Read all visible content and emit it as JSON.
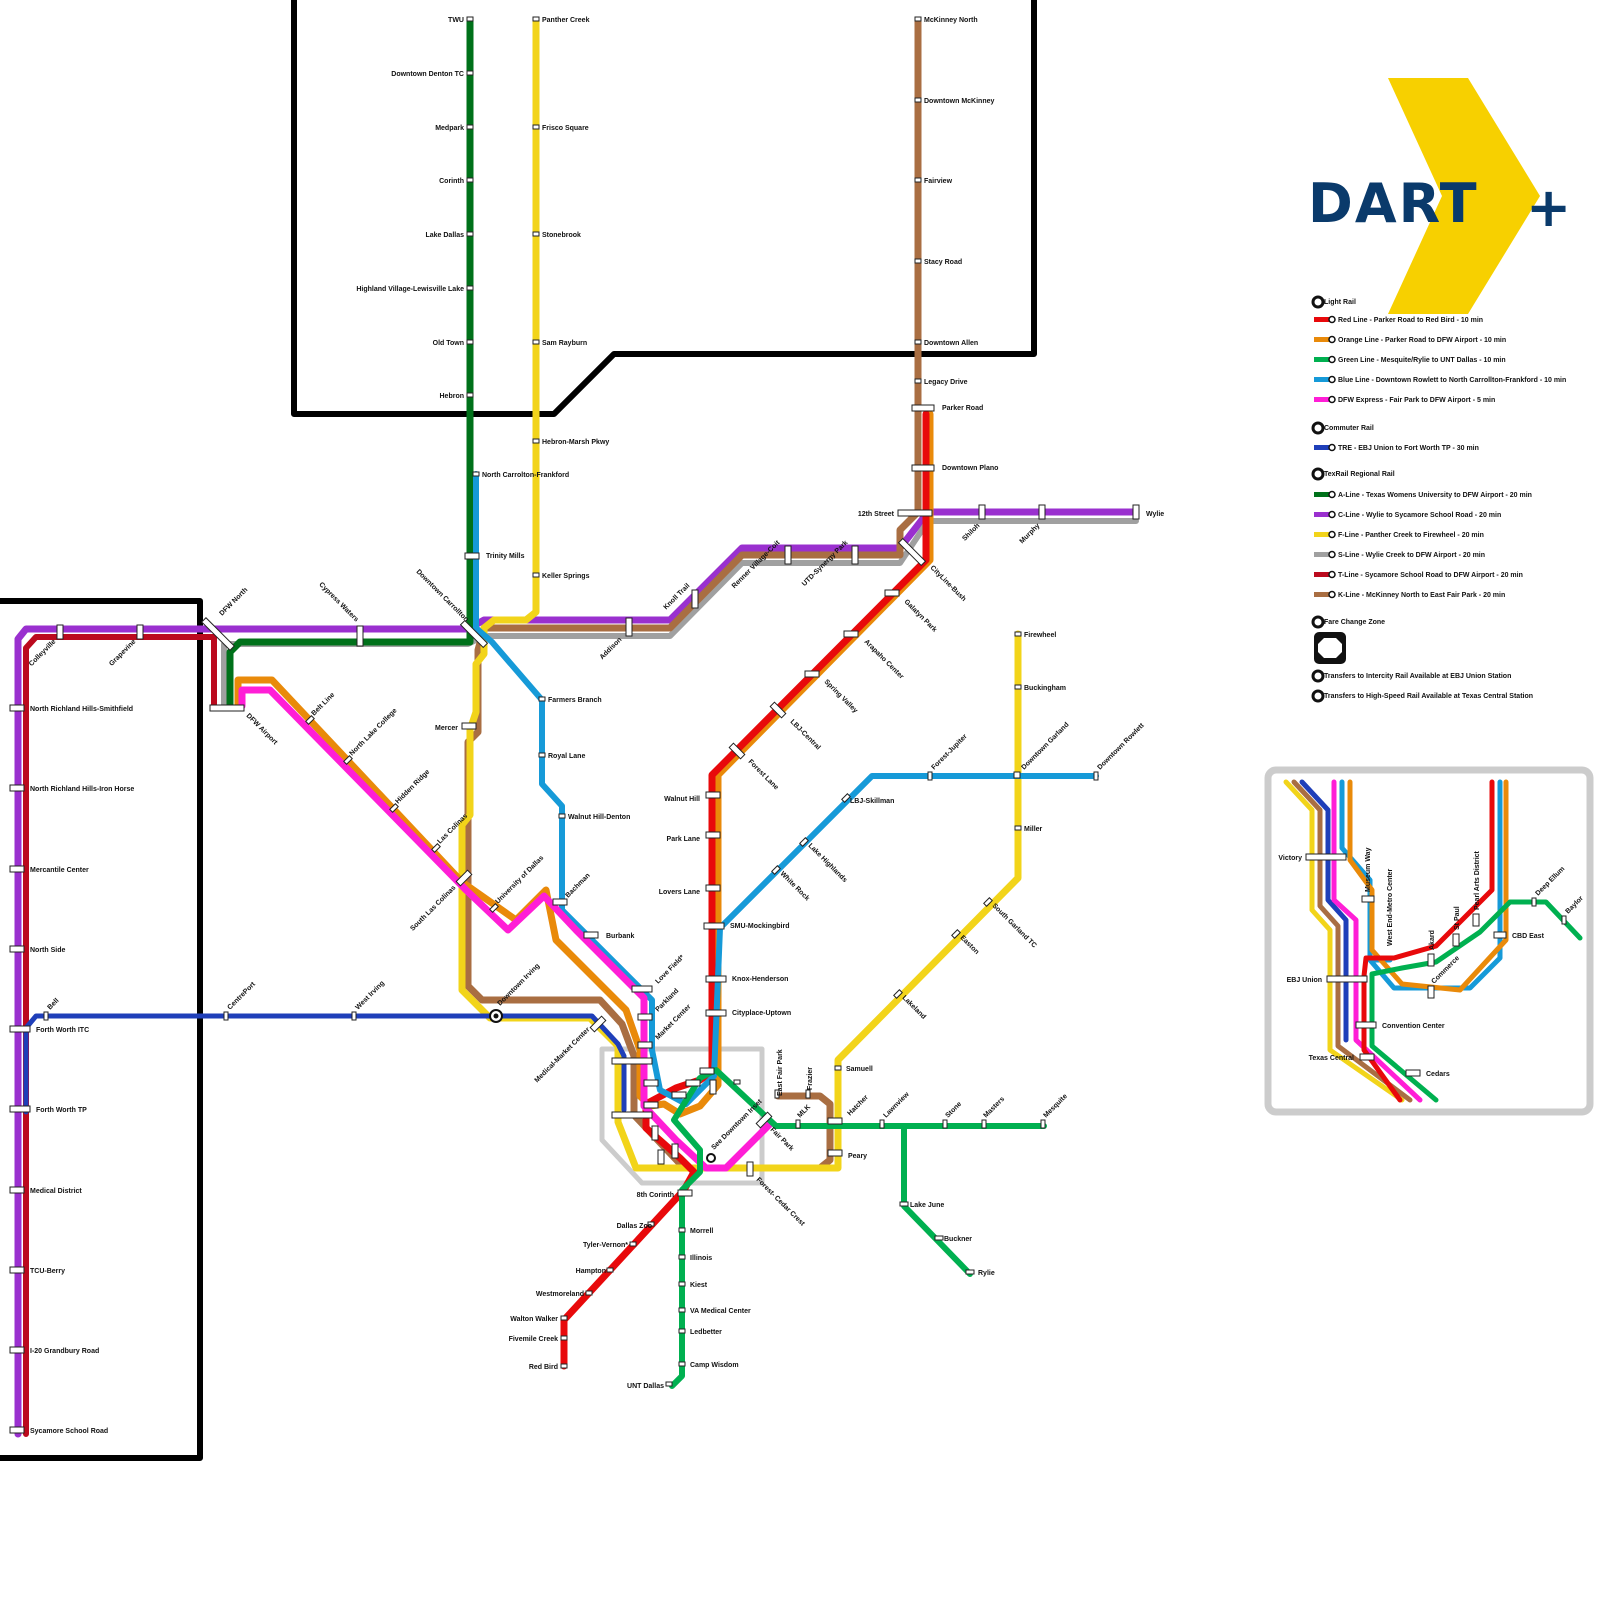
{
  "logo": {
    "text": "DART",
    "plus": "+",
    "chevron_color": "#f7d000",
    "text_color": "#0a3a6b"
  },
  "colors": {
    "red": "#e8090b",
    "orange": "#e98a0a",
    "green": "#00b050",
    "blue": "#169ad8",
    "pink": "#ff1ed6",
    "tre": "#1f3fb9",
    "a_line": "#00711a",
    "c_line": "#9a30cf",
    "f_line": "#f2d41a",
    "s_line": "#a0a0a0",
    "t_line": "#bb0a1e",
    "k_line": "#a96e42",
    "boundary": "#000000",
    "fare_zone": "#cccccc"
  },
  "legend": {
    "headers": {
      "light_rail": "Light Rail",
      "commuter_rail": "Commuter Rail",
      "texrail": "TexRail Regional Rail"
    },
    "light_rail": [
      {
        "label": "Red Line - Parker Road to Red Bird - 10 min",
        "color": "#e8090b"
      },
      {
        "label": "Orange Line - Parker Road to DFW Airport - 10 min",
        "color": "#e98a0a"
      },
      {
        "label": "Green Line - Mesquite/Rylie to UNT Dallas - 10 min",
        "color": "#00b050"
      },
      {
        "label": "Blue Line - Downtown Rowlett to North Carrollton-Frankford - 10 min",
        "color": "#169ad8"
      },
      {
        "label": "DFW Express - Fair Park to DFW Airport - 5 min",
        "color": "#ff1ed6"
      }
    ],
    "commuter_rail": [
      {
        "label": "TRE - EBJ Union to Fort Worth TP - 30 min",
        "color": "#1f3fb9"
      }
    ],
    "texrail": [
      {
        "label": "A-Line - Texas Womens University to DFW Airport - 20 min",
        "color": "#00711a"
      },
      {
        "label": "C-Line - Wylie to Sycamore School Road - 20 min",
        "color": "#9a30cf"
      },
      {
        "label": "F-Line - Panther Creek to Firewheel - 20 min",
        "color": "#f2d41a"
      },
      {
        "label": "S-Line - Wylie Creek to DFW Airport - 20 min",
        "color": "#a0a0a0"
      },
      {
        "label": "T-Line - Sycamore School Road to DFW Airport - 20 min",
        "color": "#bb0a1e"
      },
      {
        "label": "K-Line - McKinney North to East Fair Park - 20 min",
        "color": "#a96e42"
      }
    ],
    "symbols": [
      {
        "label": "Fare Change Zone",
        "icon": "fare-zone-icon"
      },
      {
        "label": "Transfers to Intercity Rail Available at EBJ Union Station",
        "icon": "intercity-transfer-icon"
      },
      {
        "label": "Transfers to High-Speed Rail Available at Texas Central Station",
        "icon": "high-speed-transfer-icon"
      }
    ]
  },
  "stations": [
    {
      "id": "twu",
      "label": "TWU"
    },
    {
      "id": "denton_tc",
      "label": "Downtown Denton TC"
    },
    {
      "id": "medpark",
      "label": "Medpark"
    },
    {
      "id": "corinth_n",
      "label": "Corinth"
    },
    {
      "id": "lake_dallas",
      "label": "Lake Dallas"
    },
    {
      "id": "highland",
      "label": "Highland Village-Lewisville Lake"
    },
    {
      "id": "old_town",
      "label": "Old Town"
    },
    {
      "id": "hebron",
      "label": "Hebron"
    },
    {
      "id": "nc_frankford",
      "label": "North Carrolton-Frankford"
    },
    {
      "id": "trinity_mills",
      "label": "Trinity Mills"
    },
    {
      "id": "dt_carrollton",
      "label": "Downtown Carrollton"
    },
    {
      "id": "panther_creek",
      "label": "Panther Creek"
    },
    {
      "id": "frisco_sq",
      "label": "Frisco Square"
    },
    {
      "id": "stonebrook",
      "label": "Stonebrook"
    },
    {
      "id": "sam_rayburn",
      "label": "Sam Rayburn"
    },
    {
      "id": "hebron_marsh",
      "label": "Hebron-Marsh Pkwy"
    },
    {
      "id": "keller_springs",
      "label": "Keller Springs"
    },
    {
      "id": "mckinney_n",
      "label": "McKinney North"
    },
    {
      "id": "dt_mckinney",
      "label": "Downtown McKinney"
    },
    {
      "id": "fairview",
      "label": "Fairview"
    },
    {
      "id": "stacy_road",
      "label": "Stacy Road"
    },
    {
      "id": "dt_allen",
      "label": "Downtown Allen"
    },
    {
      "id": "legacy",
      "label": "Legacy Drive"
    },
    {
      "id": "parker_road",
      "label": "Parker Road"
    },
    {
      "id": "dt_plano",
      "label": "Downtown Plano"
    },
    {
      "id": "twelfth",
      "label": "12th Street"
    },
    {
      "id": "shiloh",
      "label": "Shiloh"
    },
    {
      "id": "murphy",
      "label": "Murphy"
    },
    {
      "id": "wylie",
      "label": "Wylie"
    },
    {
      "id": "cityline",
      "label": "CityLine-Bush"
    },
    {
      "id": "galatyn",
      "label": "Galatyn Park"
    },
    {
      "id": "arapaho",
      "label": "Arapaho Center"
    },
    {
      "id": "spring_valley",
      "label": "Spring Valley"
    },
    {
      "id": "lbj_central",
      "label": "LBJ-Central"
    },
    {
      "id": "forest_lane",
      "label": "Forest Lane"
    },
    {
      "id": "walnut_hill",
      "label": "Walnut Hill"
    },
    {
      "id": "park_lane",
      "label": "Park Lane"
    },
    {
      "id": "lovers_lane",
      "label": "Lovers Lane"
    },
    {
      "id": "smu",
      "label": "SMU-Mockingbird"
    },
    {
      "id": "knox",
      "label": "Knox-Henderson"
    },
    {
      "id": "cityplace",
      "label": "Cityplace-Uptown"
    },
    {
      "id": "utd",
      "label": "UTD-Synergy Park"
    },
    {
      "id": "renner",
      "label": "Renner Village-Coit"
    },
    {
      "id": "knoll",
      "label": "Knoll Trail"
    },
    {
      "id": "addison",
      "label": "Addison"
    },
    {
      "id": "colleyville",
      "label": "Colleyville"
    },
    {
      "id": "grapevine",
      "label": "Grapevine"
    },
    {
      "id": "dfw_north",
      "label": "DFW North"
    },
    {
      "id": "cypress",
      "label": "Cypress Waters"
    },
    {
      "id": "dfw_airport",
      "label": "DFW Airport"
    },
    {
      "id": "nrh_smithfield",
      "label": "North Richland Hills-Smithfield"
    },
    {
      "id": "nrh_iron",
      "label": "North Richland Hills-Iron Horse"
    },
    {
      "id": "mercantile",
      "label": "Mercantile Center"
    },
    {
      "id": "north_side",
      "label": "North Side"
    },
    {
      "id": "fw_itc",
      "label": "Forth Worth ITC"
    },
    {
      "id": "fw_tp",
      "label": "Forth Worth TP"
    },
    {
      "id": "medical",
      "label": "Medical District"
    },
    {
      "id": "tcu",
      "label": "TCU-Berry"
    },
    {
      "id": "i20",
      "label": "I-20 Grandbury Road"
    },
    {
      "id": "sycamore",
      "label": "Sycamore School Road"
    },
    {
      "id": "bell",
      "label": "Bell"
    },
    {
      "id": "centreport",
      "label": "CentrePort"
    },
    {
      "id": "west_irving",
      "label": "West Irving"
    },
    {
      "id": "dt_irving",
      "label": "Downtown Irving"
    },
    {
      "id": "belt_line",
      "label": "Belt Line"
    },
    {
      "id": "nlc",
      "label": "North Lake College"
    },
    {
      "id": "hidden_ridge",
      "label": "Hidden Ridge"
    },
    {
      "id": "las_colinas",
      "label": "Las Colinas"
    },
    {
      "id": "south_las_colinas",
      "label": "South Las Colinas"
    },
    {
      "id": "ud",
      "label": "University of Dallas"
    },
    {
      "id": "mercer",
      "label": "Mercer"
    },
    {
      "id": "farmers_branch",
      "label": "Farmers Branch"
    },
    {
      "id": "royal_lane",
      "label": "Royal Lane"
    },
    {
      "id": "walnut_hill_denton",
      "label": "Walnut Hill-Denton"
    },
    {
      "id": "bachman",
      "label": "Bachman"
    },
    {
      "id": "burbank",
      "label": "Burbank"
    },
    {
      "id": "love_field",
      "label": "Love Field*"
    },
    {
      "id": "parkland",
      "label": "Parkland"
    },
    {
      "id": "market_center",
      "label": "Market Center"
    },
    {
      "id": "medical_market",
      "label": "Medical-Market Center"
    },
    {
      "id": "firewheel",
      "label": "Firewheel"
    },
    {
      "id": "buckingham",
      "label": "Buckingham"
    },
    {
      "id": "dt_garland",
      "label": "Downtown Garland"
    },
    {
      "id": "miller",
      "label": "Miller"
    },
    {
      "id": "sgtc",
      "label": "South Garland TC"
    },
    {
      "id": "easton",
      "label": "Easton"
    },
    {
      "id": "lakeland",
      "label": "Lakeland"
    },
    {
      "id": "samuell",
      "label": "Samuell"
    },
    {
      "id": "forest_jupiter",
      "label": "Forest-Jupiter"
    },
    {
      "id": "dt_rowlett",
      "label": "Downtown Rowlett"
    },
    {
      "id": "lbj_skillman",
      "label": "LBJ-Skillman"
    },
    {
      "id": "lake_highlands",
      "label": "Lake Highlands"
    },
    {
      "id": "white_rock",
      "label": "White Rock"
    },
    {
      "id": "east_fair_park",
      "label": "East Fair Park"
    },
    {
      "id": "frazier",
      "label": "Frazier"
    },
    {
      "id": "mlk",
      "label": "MLK"
    },
    {
      "id": "hatcher",
      "label": "Hatcher"
    },
    {
      "id": "peary",
      "label": "Peary"
    },
    {
      "id": "lawnview",
      "label": "Lawnview"
    },
    {
      "id": "stone",
      "label": "Stone"
    },
    {
      "id": "masters",
      "label": "Masters"
    },
    {
      "id": "mesquite",
      "label": "Mesquite"
    },
    {
      "id": "lake_june",
      "label": "Lake June"
    },
    {
      "id": "buckner",
      "label": "Buckner"
    },
    {
      "id": "rylie",
      "label": "Rylie"
    },
    {
      "id": "fair_park",
      "label": "Fair Park"
    },
    {
      "id": "see_downtown_inset",
      "label": "See Downtown Inset"
    },
    {
      "id": "forest_cedar",
      "label": "Forest- Cedar Crest"
    },
    {
      "id": "eighth_corinth",
      "label": "8th  Corinth"
    },
    {
      "id": "dallas_zoo",
      "label": "Dallas Zoo"
    },
    {
      "id": "tyler_vernon",
      "label": "Tyler-Vernon*"
    },
    {
      "id": "hampton",
      "label": "Hampton"
    },
    {
      "id": "westmoreland",
      "label": "Westmoreland"
    },
    {
      "id": "walton_walker",
      "label": "Walton Walker"
    },
    {
      "id": "fivemile",
      "label": "Fivemile Creek"
    },
    {
      "id": "red_bird",
      "label": "Red Bird"
    },
    {
      "id": "morrell",
      "label": "Morrell"
    },
    {
      "id": "illinois",
      "label": "Illinois"
    },
    {
      "id": "kiest",
      "label": "Kiest"
    },
    {
      "id": "va",
      "label": "VA Medical Center"
    },
    {
      "id": "ledbetter",
      "label": "Ledbetter"
    },
    {
      "id": "camp_wisdom",
      "label": "Camp Wisdom"
    },
    {
      "id": "unt_dallas",
      "label": "UNT Dallas"
    }
  ],
  "inset": {
    "stations": [
      {
        "id": "victory",
        "label": "Victory"
      },
      {
        "id": "museum_way",
        "label": "Museum Way"
      },
      {
        "id": "west_end",
        "label": "West End-Metro Center"
      },
      {
        "id": "akard",
        "label": "Akard"
      },
      {
        "id": "st_paul",
        "label": "St Paul"
      },
      {
        "id": "pearl",
        "label": "Pearl Arts District"
      },
      {
        "id": "deep_ellum",
        "label": "Deep Ellum"
      },
      {
        "id": "baylor",
        "label": "Baylor"
      },
      {
        "id": "cbd_east",
        "label": "CBD East"
      },
      {
        "id": "commerce",
        "label": "Commerce"
      },
      {
        "id": "ebj_union",
        "label": "EBJ Union"
      },
      {
        "id": "convention",
        "label": "Convention Center"
      },
      {
        "id": "texas_central",
        "label": "Texas Central"
      },
      {
        "id": "cedars",
        "label": "Cedars"
      }
    ]
  }
}
